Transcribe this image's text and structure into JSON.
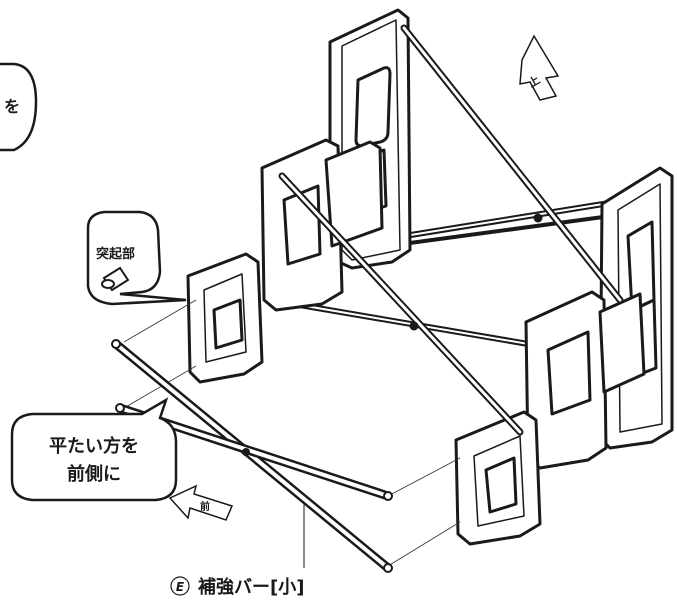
{
  "callouts": {
    "partial_top_left": "を",
    "protrusion": "突起部",
    "flat_side_line1": "平たい方を",
    "flat_side_line2": "前側に"
  },
  "part_label": {
    "marker": "E",
    "text": "補強バー[小]"
  },
  "direction_arrows": {
    "up": "上",
    "front": "前"
  },
  "colors": {
    "line": "#1a1a1a",
    "frame_fill": "#ffffff"
  }
}
